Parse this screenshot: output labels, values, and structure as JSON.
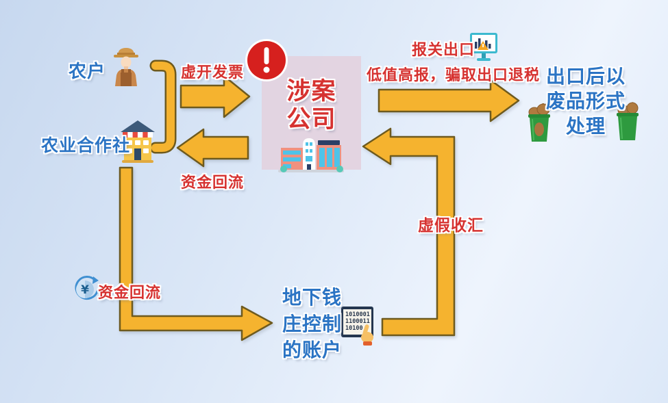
{
  "colors": {
    "blue_text": "#2B74C4",
    "red_text": "#D63230",
    "arrow_fill": "#F5B32F",
    "arrow_stroke": "#6E5A1E",
    "panel_pink": "#E3D3DF",
    "alert_red": "#D6201E",
    "bin_green": "#2E9A3F",
    "monitor_teal": "#3CB9CF",
    "building_yellow": "#F6C64A",
    "building_salmon": "#F0917F"
  },
  "nodes": {
    "farmer": {
      "label": "农户"
    },
    "cooperative": {
      "label": "农业合作社"
    },
    "company": {
      "line1": "涉案",
      "line2": "公司"
    },
    "export_disposal": {
      "line1": "出口后以",
      "line2": "废品形式",
      "line3": "处理"
    },
    "underground_account": {
      "line1": "地下钱",
      "line2": "庄控制",
      "line3": "的账户"
    }
  },
  "edges": {
    "fake_invoice": "虚开发票",
    "funds_return_upper": "资金回流",
    "customs_export": "报关出口",
    "low_value_high_report": "低值高报，骗取出口退税",
    "fake_forex_receipt": "虚假收汇",
    "funds_return_lower": "资金回流"
  },
  "icons": {
    "coin_symbol": "¥",
    "binary_rows": [
      "1010001",
      "1100011",
      "10100"
    ]
  }
}
